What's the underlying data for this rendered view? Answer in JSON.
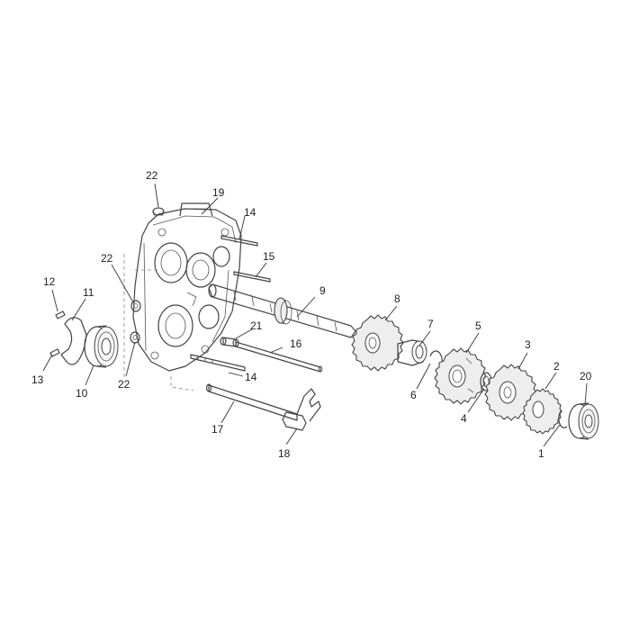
{
  "callouts": [
    {
      "id": "c1",
      "label": "1"
    },
    {
      "id": "c2",
      "label": "2"
    },
    {
      "id": "c3",
      "label": "3"
    },
    {
      "id": "c4",
      "label": "4"
    },
    {
      "id": "c5",
      "label": "5"
    },
    {
      "id": "c6",
      "label": "6"
    },
    {
      "id": "c7",
      "label": "7"
    },
    {
      "id": "c8",
      "label": "8"
    },
    {
      "id": "c9",
      "label": "9"
    },
    {
      "id": "c10",
      "label": "10"
    },
    {
      "id": "c11",
      "label": "11"
    },
    {
      "id": "c12",
      "label": "12"
    },
    {
      "id": "c13",
      "label": "13"
    },
    {
      "id": "c14a",
      "label": "14"
    },
    {
      "id": "c14b",
      "label": "14"
    },
    {
      "id": "c15",
      "label": "15"
    },
    {
      "id": "c16",
      "label": "16"
    },
    {
      "id": "c17",
      "label": "17"
    },
    {
      "id": "c18",
      "label": "18"
    },
    {
      "id": "c19",
      "label": "19"
    },
    {
      "id": "c20",
      "label": "20"
    },
    {
      "id": "c21",
      "label": "21"
    },
    {
      "id": "c22a",
      "label": "22"
    },
    {
      "id": "c22b",
      "label": "22"
    },
    {
      "id": "c22c",
      "label": "22"
    }
  ]
}
